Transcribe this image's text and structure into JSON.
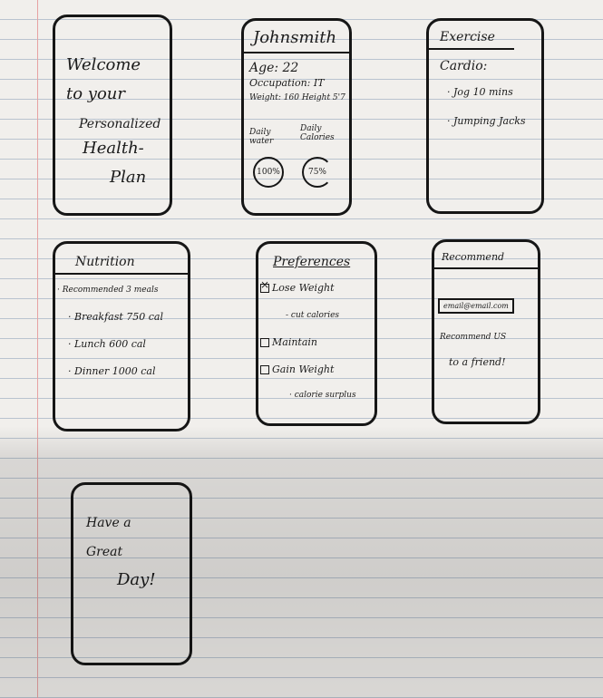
{
  "screens": {
    "welcome": {
      "lines": [
        "Welcome",
        "to your",
        "Personalized",
        "Health-",
        "Plan"
      ]
    },
    "profile": {
      "name": "Johnsmith",
      "age": "Age: 22",
      "occupation": "Occupation: IT",
      "weight": "Weight: 160 Height 5'7",
      "daily_water_label": "Daily water",
      "daily_calories_label": "Daily Calories",
      "water_value": "100%",
      "calories_value": "75%",
      "water_fraction": 1.0,
      "calories_fraction": 0.75
    },
    "exercise": {
      "title": "Exercise",
      "category": "Cardio:",
      "items": [
        "· Jog 10 mins",
        "· Jumping Jacks"
      ]
    },
    "nutrition": {
      "title": "Nutrition",
      "items": [
        "· Recommended 3 meals",
        "· Breakfast 750 cal",
        "· Lunch 600 cal",
        "· Dinner 1000 cal"
      ]
    },
    "preferences": {
      "title": "Preferences",
      "options": [
        {
          "label": "Lose Weight",
          "checked": true
        },
        {
          "label": "Maintain",
          "checked": false
        },
        {
          "label": "Gain Weight",
          "checked": false
        }
      ],
      "lose_note": "- cut calories",
      "gain_note": "· calorie surplus"
    },
    "recommend": {
      "title": "Recommend",
      "email": "email@email.com",
      "line1": "Recommend US",
      "line2": "to a friend!"
    },
    "goodbye": {
      "lines": [
        "Have a",
        "Great",
        "Day!"
      ]
    }
  }
}
